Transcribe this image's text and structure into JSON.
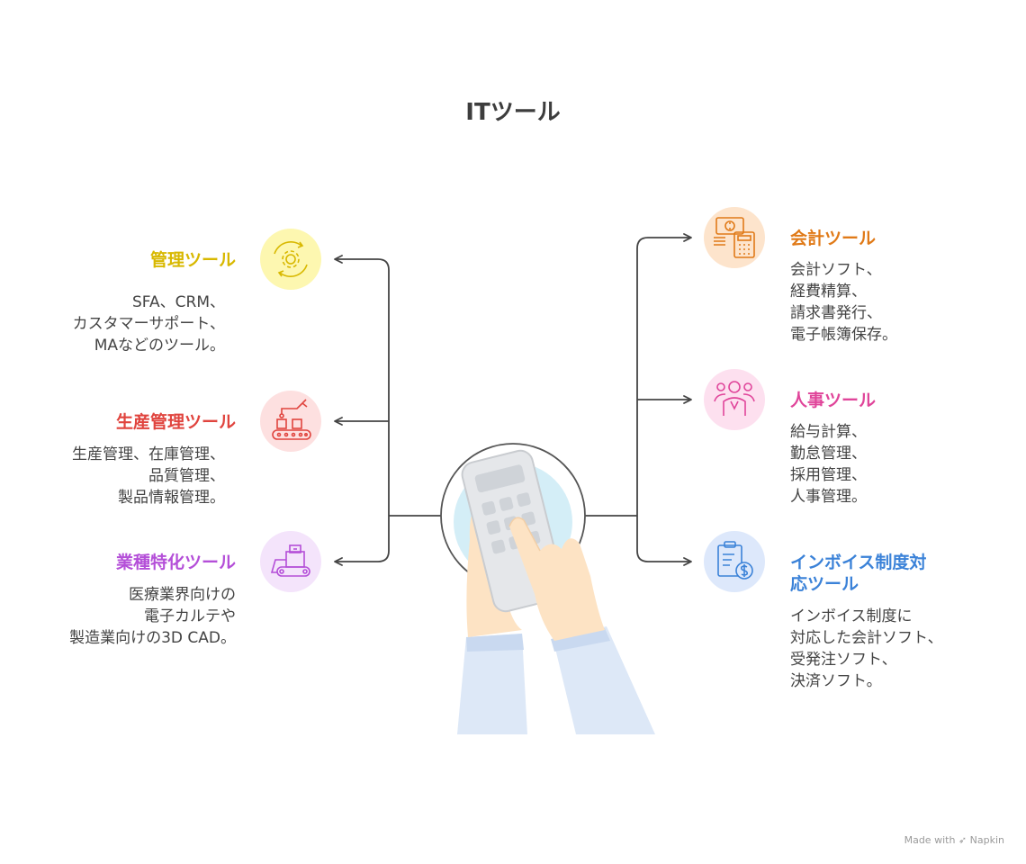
{
  "title": "ITツール",
  "left_items": [
    {
      "key": "management",
      "heading": "管理ツール",
      "heading_color": "#d8b800",
      "icon": "gear-cycle-icon",
      "circle_color": "#fdf7b0",
      "lines": [
        "SFA、CRM、",
        "カスタマーサポート、",
        "MAなどのツール。"
      ]
    },
    {
      "key": "production",
      "heading": "生産管理ツール",
      "heading_color": "#e0443e",
      "icon": "conveyor-robot-arm-icon",
      "circle_color": "#fde0e0",
      "lines": [
        "生産管理、在庫管理、",
        "品質管理、",
        "製品情報管理。"
      ]
    },
    {
      "key": "industry",
      "heading": "業種特化ツール",
      "heading_color": "#b44fd8",
      "icon": "bulldozer-icon",
      "circle_color": "#f4e4fb",
      "lines": [
        "医療業界向けの",
        "電子カルテや",
        "製造業向けの3D CAD。"
      ]
    }
  ],
  "right_items": [
    {
      "key": "accounting",
      "heading": "会計ツール",
      "heading_color": "#e07a18",
      "icon": "money-calculator-icon",
      "circle_color": "#fde4cc",
      "lines": [
        "会計ソフト、",
        "経費精算、",
        "請求書発行、",
        "電子帳簿保存。"
      ]
    },
    {
      "key": "hr",
      "heading": "人事ツール",
      "heading_color": "#e0459a",
      "icon": "people-group-icon",
      "circle_color": "#fde0ef",
      "lines": [
        "給与計算、",
        "勤怠管理、",
        "採用管理、",
        "人事管理。"
      ]
    },
    {
      "key": "invoice",
      "heading_lines": [
        "インボイス制度対",
        "応ツール"
      ],
      "heading_color": "#3b82d8",
      "icon": "invoice-dollar-icon",
      "circle_color": "#dde8fb",
      "lines": [
        "インボイス制度に",
        "対応した会計ソフト、",
        "受発注ソフト、",
        "決済ソフト。"
      ]
    }
  ],
  "center_icon": "hand-calculator-icon",
  "footer": {
    "prefix": "Made with",
    "brand": "Napkin"
  }
}
